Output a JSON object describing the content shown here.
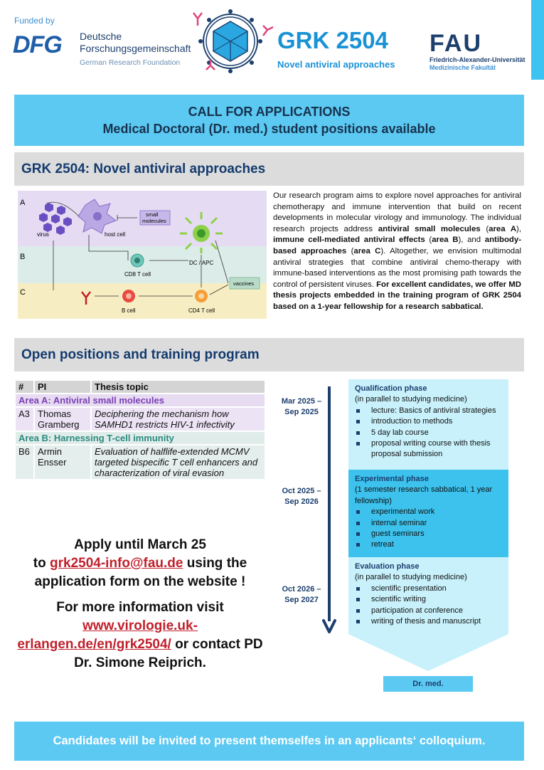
{
  "header": {
    "funded_by": "Funded by",
    "dfg_logo": "DFG",
    "dfg_name_line1": "Deutsche",
    "dfg_name_line2": "Forschungsgemeinschaft",
    "dfg_sub": "German Research Foundation",
    "grk_title": "GRK 2504",
    "grk_subtitle": "Novel antiviral approaches",
    "fau_logo": "FAU",
    "fau_name": "Friedrich-Alexander-Universität",
    "fau_sub": "Medizinische Fakultät"
  },
  "call": {
    "line1": "CALL FOR APPLICATIONS",
    "line2": "Medical Doctoral (Dr. med.) student positions available"
  },
  "section1": {
    "title": "GRK 2504: Novel antiviral approaches"
  },
  "diagram": {
    "label_a": "A",
    "label_b": "B",
    "label_c": "C",
    "virus": "virus",
    "host_cell": "host cell",
    "small_molecules_1": "small",
    "small_molecules_2": "molecules",
    "cd8": "CD8 T cell",
    "dc_apc": "DC / APC",
    "vaccines": "vaccines",
    "b_cell": "B cell",
    "cd4": "CD4 T cell"
  },
  "intro": {
    "p1": "Our research program aims to explore novel approaches for antiviral chemotherapy and immune intervention that build on recent developments in molecular virology and immunology. The individual research projects address ",
    "b1": "antiviral small molecules",
    "p2": " (",
    "b2": "area A",
    "p3": "), ",
    "b3": "immune cell-mediated antiviral effects",
    "p4": " (",
    "b4": "area B",
    "p5": "), and ",
    "b5": "antibody-based approaches",
    "p6": " (",
    "b6": "area C",
    "p7": "). Altogether, we envision multimodal antiviral strategies that combine antiviral chemo-therapy with immune-based interventions as the most promising path towards the control of persistent viruses. ",
    "b7": "For excellent candidates, we offer MD thesis projects embedded in the training program of GRK 2504 based on a 1-year fellowship for a research sabbatical."
  },
  "section2": {
    "title": "Open positions and training program"
  },
  "table": {
    "headers": [
      "#",
      "PI",
      "Thesis topic"
    ],
    "area_a": "Area A: Antiviral small molecules",
    "a3": {
      "id": "A3",
      "pi": "Thomas Gramberg",
      "topic": "Deciphering the mechanism how SAMHD1 restricts HIV-1 infectivity"
    },
    "area_b": "Area B: Harnessing T-cell immunity",
    "b6": {
      "id": "B6",
      "pi": "Armin Ensser",
      "topic": "Evaluation of halflife-extended MCMV targeted bispecific T cell enhancers and characterization of viral evasion"
    }
  },
  "apply": {
    "line1": "Apply until March 25",
    "to": "to ",
    "email": "grk2504-info@fau.de",
    "rest": " using the application form on the website !"
  },
  "more": {
    "line1": "For more information visit",
    "url": "www.virologie.uk-erlangen.de/en/grk2504/",
    "rest": " or contact PD Dr. Simone Reiprich."
  },
  "timeline": {
    "periods": [
      {
        "line1": "Mar 2025 –",
        "line2": "Sep 2025"
      },
      {
        "line1": "Oct 2025 –",
        "line2": "Sep 2026"
      },
      {
        "line1": "Oct 2026 –",
        "line2": "Sep 2027"
      }
    ],
    "phases": [
      {
        "title": "Qualification phase",
        "sub": "(in parallel to studying medicine)",
        "items": [
          "lecture: Basics of antiviral strategies",
          "introduction to methods",
          "5 day lab course",
          "proposal writing course with thesis proposal submission"
        ]
      },
      {
        "title": "Experimental phase",
        "sub": "(1 semester research sabbatical, 1 year fellowship)",
        "items": [
          "experimental work",
          "internal seminar",
          "guest seminars",
          "retreat"
        ]
      },
      {
        "title": "Evaluation phase",
        "sub": "(in parallel to studying medicine)",
        "items": [
          "scientific presentation",
          "scientific writing",
          "participation at conference",
          "writing of thesis and manuscript"
        ]
      }
    ],
    "outcome": "Dr. med."
  },
  "footer": {
    "text": "Candidates will be invited to present themselfes in an applicants‘ colloquium."
  },
  "colors": {
    "accent": "#5cc9f2",
    "dark_blue": "#1c3f6e",
    "brand_blue": "#1a92d6",
    "link_red": "#c0202c"
  }
}
